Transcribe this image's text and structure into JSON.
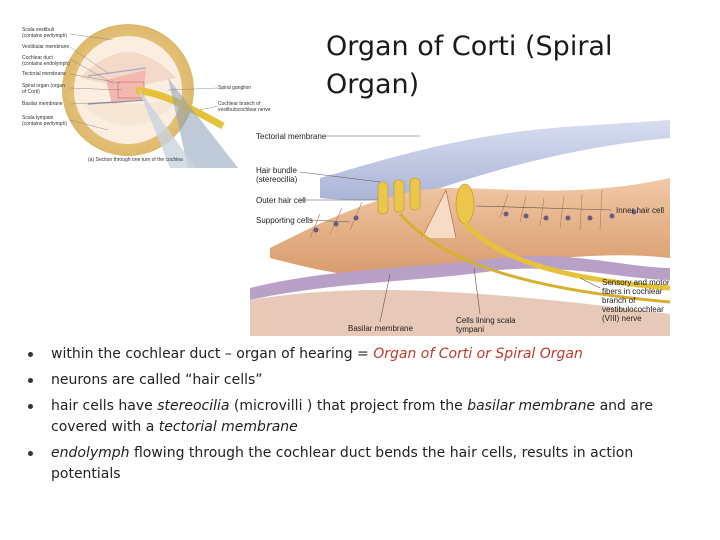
{
  "title": "Organ of Corti (Spiral Organ)",
  "inset": {
    "labels": {
      "scala_vestibuli": "Scala vestibuli (contains perilymph)",
      "vestibular_membrane": "Vestibular membrane",
      "cochlear_duct": "Cochlear duct (contains endolymph)",
      "tectorial_membrane": "Tectorial membrane",
      "spiral_organ": "Spiral organ (organ of Corti)",
      "basilar_membrane": "Basilar membrane",
      "scala_tympani": "Scala tympani (contains perilymph)",
      "spiral_ganglion": "Spiral ganglion",
      "cochlear_nerve": "Cochlear branch of vestibulocochlear nerve",
      "caption": "(a) Section through one turn of the cochlea"
    }
  },
  "figure": {
    "labels": {
      "tectorial_membrane": "Tectorial membrane",
      "hair_bundle": "Hair bundle (stereocilia)",
      "outer_hair_cell": "Outer hair cell",
      "supporting_cells": "Supporting cells",
      "inner_hair_cell": "Inner hair cell",
      "sensory_motor": "Sensory and motor fibers in cochlear branch of vestibulocochlear (VIII) nerve",
      "basilar_membrane": "Basilar membrane",
      "cells_lining": "Cells lining scala tympani"
    }
  },
  "bullets": [
    {
      "pre": "within the cochlear duct – organ of hearing = ",
      "highlight": "Organ of Corti or Spiral Organ"
    },
    {
      "text": "neurons are called “hair cells”"
    },
    {
      "p1": "hair cells have ",
      "e1": "stereocilia",
      "p2": " (microvilli ) that project from the ",
      "e2": "basilar membrane",
      "p3": " and are covered with a ",
      "e3": "tectorial membrane"
    },
    {
      "e1": "endolymph",
      "p1": " flowing through the cochlear duct bends the hair cells, results in action potentials"
    }
  ],
  "colors": {
    "highlight": "#c0392b",
    "bone": "#e8c87a",
    "tissue": "#d99a6c",
    "membrane": "#c8d0e8",
    "nerve": "#e6c23a"
  }
}
